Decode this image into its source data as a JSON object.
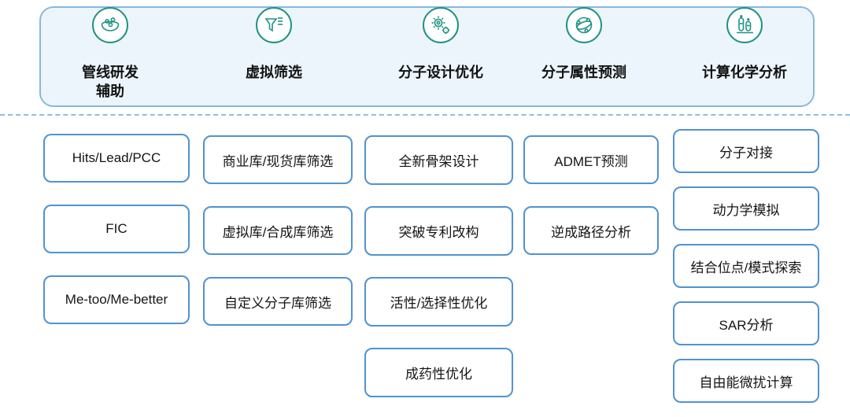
{
  "header": {
    "categories": [
      {
        "label": "管线研发\n辅助",
        "icon": "dish-molecules-icon"
      },
      {
        "label": "虚拟筛选",
        "icon": "funnel-icon"
      },
      {
        "label": "分子设计优化",
        "icon": "gears-icon"
      },
      {
        "label": "分子属性预测",
        "icon": "network-globe-icon"
      },
      {
        "label": "计算化学分析",
        "icon": "test-tubes-icon"
      }
    ]
  },
  "columns": [
    {
      "category": "管线研发辅助",
      "items": [
        "Hits/Lead/PCC",
        "FIC",
        "Me-too/Me-better"
      ]
    },
    {
      "category": "虚拟筛选",
      "items": [
        "商业库/现货库筛选",
        "虚拟库/合成库筛选",
        "自定义分子库筛选"
      ]
    },
    {
      "category": "分子设计优化",
      "items": [
        "全新骨架设计",
        "突破专利改构",
        "活性/选择性优化",
        "成药性优化"
      ]
    },
    {
      "category": "分子属性预测",
      "items": [
        "ADMET预测",
        "逆成路径分析"
      ]
    },
    {
      "category": "计算化学分析",
      "items": [
        "分子对接",
        "动力学模拟",
        "结合位点/模式探索",
        "SAR分析",
        "自由能微扰计算"
      ]
    }
  ],
  "colors": {
    "banner_fill": "#ecf5fb",
    "banner_border": "#86b8e0",
    "box_border": "#4f93d2",
    "icon_teal": "#1f9383",
    "dashed_line": "#8bbfe8",
    "text": "#141414"
  }
}
